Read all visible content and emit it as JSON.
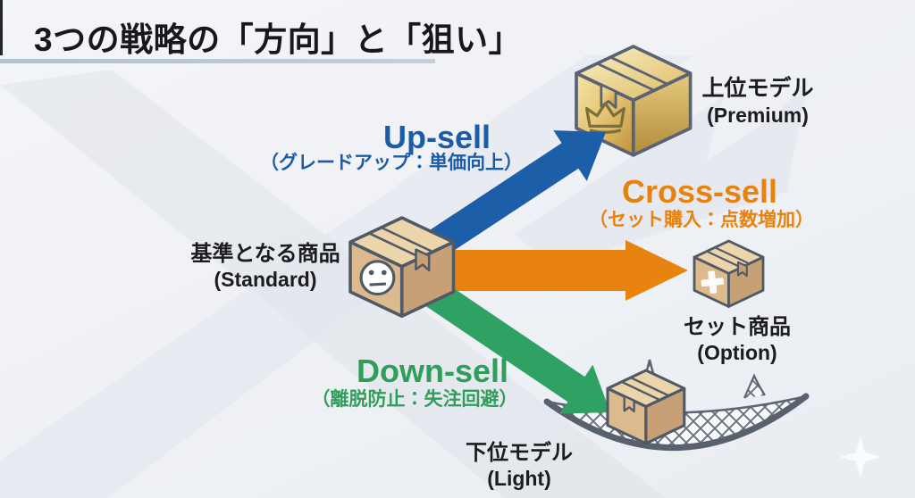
{
  "slide": {
    "title": "3つの戦略の「方向」と「狙い」"
  },
  "strategies": {
    "upsell": {
      "label": "Up-sell",
      "desc": "（グレードアップ：単価向上）"
    },
    "crosssell": {
      "label": "Cross-sell",
      "desc": "（セット購入：点数増加）"
    },
    "downsell": {
      "label": "Down-sell",
      "desc": "（離脱防止：失注回避）"
    }
  },
  "products": {
    "standard": {
      "name": "基準となる商品",
      "alias": "(Standard)"
    },
    "premium": {
      "name": "上位モデル",
      "alias": "(Premium)"
    },
    "option": {
      "name": "セット商品",
      "alias": "(Option)"
    },
    "light": {
      "name": "下位モデル",
      "alias": "(Light)"
    }
  },
  "colors": {
    "upsell": "#1b5ca8",
    "crosssell": "#e8820e",
    "downsell": "#2f9e5b",
    "cardboard": "#dcba8e",
    "gold": "#e6c878",
    "net": "#5b6573"
  }
}
